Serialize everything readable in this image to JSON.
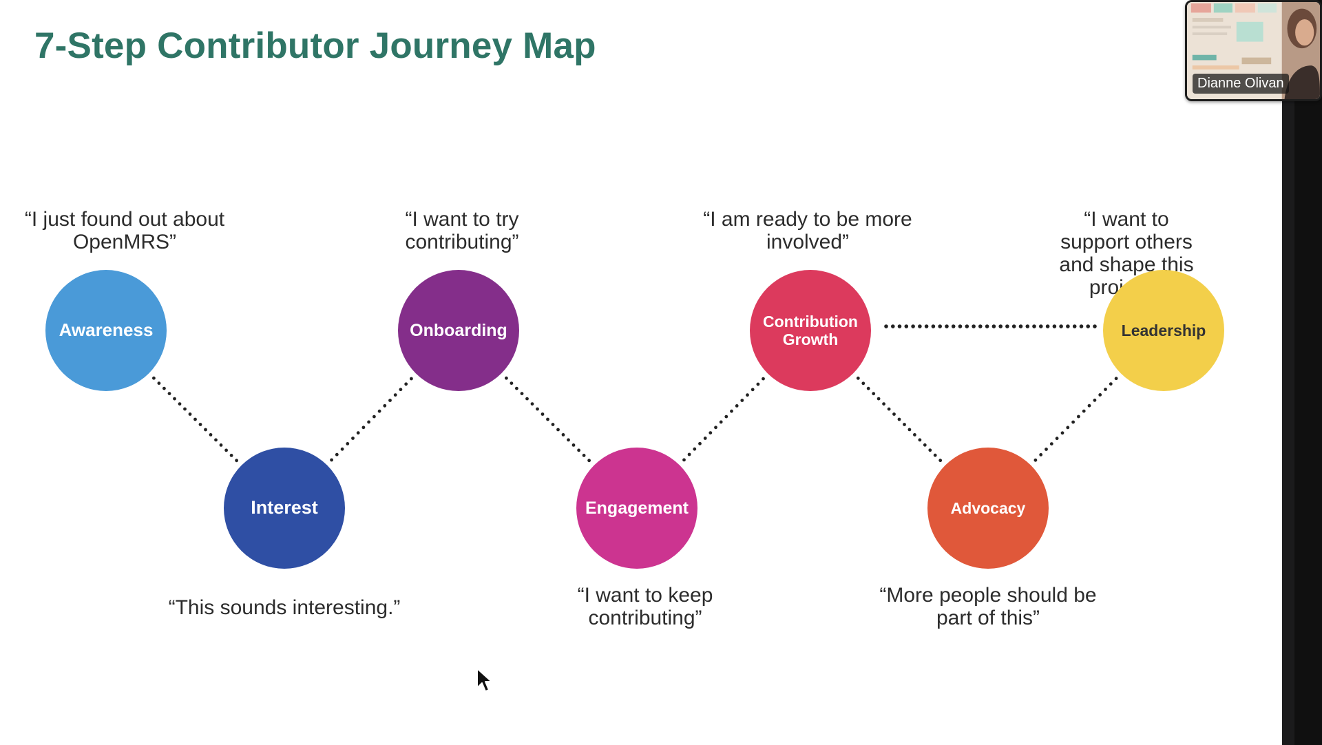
{
  "title": "7-Step Contributor Journey Map",
  "stages": [
    {
      "label": "Awareness",
      "color": "#4a9ad8",
      "quote": "“I just found out about\nOpenMRS”"
    },
    {
      "label": "Interest",
      "color": "#2f4fa4",
      "quote": "“This sounds interesting.”"
    },
    {
      "label": "Onboarding",
      "color": "#842e8a",
      "quote": "“I want to try\ncontributing”"
    },
    {
      "label": "Engagement",
      "color": "#cc3490",
      "quote": "“I want to keep\ncontributing”"
    },
    {
      "label": "Contribution\nGrowth",
      "color": "#dc3a5d",
      "quote": "“I am ready to be more\ninvolved”"
    },
    {
      "label": "Advocacy",
      "color": "#e0583a",
      "quote": "“More people should be\npart of this”"
    },
    {
      "label": "Leadership",
      "color": "#f3cf4a",
      "label_color": "#333333",
      "quote": "“I want to support others\nand shape this project.”"
    }
  ],
  "video_call": {
    "participant_name": "Dianne Olivan"
  },
  "colors": {
    "title": "#2f7566",
    "connector": "#222222",
    "slide_background": "#ffffff"
  }
}
